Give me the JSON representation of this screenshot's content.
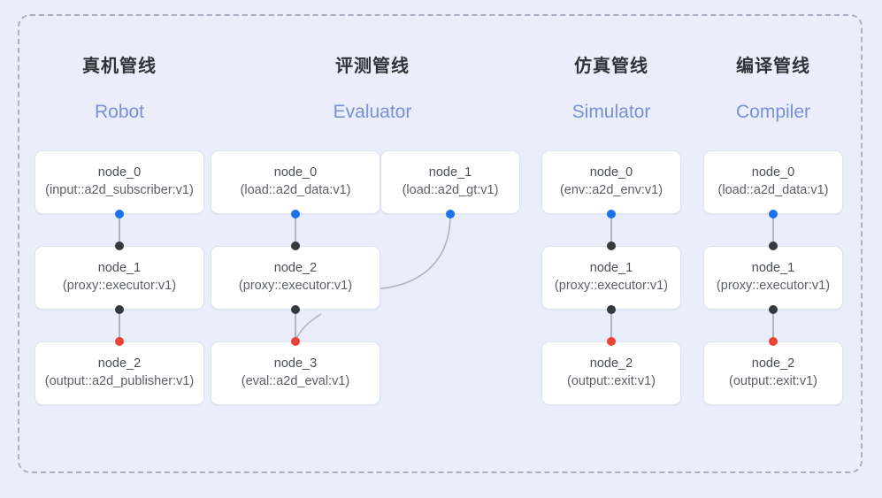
{
  "background": {
    "canvas_color": "#eaeefb",
    "frame_border_color": "#a9b0c4",
    "node_fill": "#ffffff",
    "node_border": "#dfe3ee"
  },
  "palette": {
    "output_port": "#1a73e8",
    "input_port": "#35383d",
    "terminal_port": "#ea4335",
    "edge": "#aeb4c4",
    "title_cn": "#2f3337",
    "title_en": "#7b8fd4"
  },
  "columns": [
    {
      "id": "robot",
      "title_cn": "真机管线",
      "title_en": "Robot",
      "nodes": [
        {
          "name": "node_0",
          "type": "(input::a2d_subscriber:v1)"
        },
        {
          "name": "node_1",
          "type": "(proxy::executor:v1)"
        },
        {
          "name": "node_2",
          "type": "(output::a2d_publisher:v1)"
        }
      ]
    },
    {
      "id": "evaluator",
      "title_cn": "评测管线",
      "title_en": "Evaluator",
      "nodes": [
        {
          "name": "node_0",
          "type": "(load::a2d_data:v1)"
        },
        {
          "name": "node_2",
          "type": "(proxy::executor:v1)"
        },
        {
          "name": "node_3",
          "type": "(eval::a2d_eval:v1)"
        }
      ],
      "side_nodes": [
        {
          "name": "node_1",
          "type": "(load::a2d_gt:v1)"
        }
      ]
    },
    {
      "id": "simulator",
      "title_cn": "仿真管线",
      "title_en": "Simulator",
      "nodes": [
        {
          "name": "node_0",
          "type": "(env::a2d_env:v1)"
        },
        {
          "name": "node_1",
          "type": "(proxy::executor:v1)"
        },
        {
          "name": "node_2",
          "type": "(output::exit:v1)"
        }
      ]
    },
    {
      "id": "compiler",
      "title_cn": "编译管线",
      "title_en": "Compiler",
      "nodes": [
        {
          "name": "node_0",
          "type": "(load::a2d_data:v1)"
        },
        {
          "name": "node_1",
          "type": "(proxy::executor:v1)"
        },
        {
          "name": "node_2",
          "type": "(output::exit:v1)"
        }
      ]
    }
  ]
}
